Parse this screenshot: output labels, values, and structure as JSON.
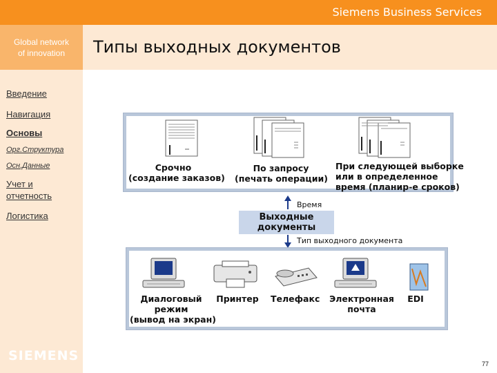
{
  "header": {
    "brand": "Siemens Business Services",
    "tagline_line1": "Global network",
    "tagline_line2": "of innovation",
    "title": "Типы выходных документов"
  },
  "sidebar": {
    "items": [
      {
        "label": "Введение"
      },
      {
        "label": "Навигация"
      },
      {
        "label": "Основы"
      },
      {
        "label": "Орг.Структура"
      },
      {
        "label": "Осн.Данные"
      },
      {
        "label_line1": "Учет и",
        "label_line2": "отчетность"
      },
      {
        "label": "Логистика"
      }
    ],
    "logo": "SIEMENS"
  },
  "top_panel": {
    "item1_line1": "Срочно",
    "item1_line2": "(создание заказов)",
    "item2_line1": "По запросу",
    "item2_line2": "(печать операции)",
    "item3_line1": "При следующей выборке",
    "item3_line2": "или в определенное",
    "item3_line3": "время (планир-е сроков)"
  },
  "middle": {
    "time_label": "Время",
    "box_line1": "Выходные",
    "box_line2": "документы",
    "type_label": "Тип выходного документа"
  },
  "bottom_panel": {
    "item1_line1": "Диалоговый",
    "item1_line2": "режим",
    "item1_line3": "(вывод на экран)",
    "item2": "Принтер",
    "item3": "Телефакс",
    "item4_line1": "Электронная",
    "item4_line2": "почта",
    "item5": "EDI"
  },
  "footer": {
    "page_number": "77"
  },
  "colors": {
    "topbar": "#f7901e",
    "header_bg": "#fde9d4",
    "tagline_bg": "#f9b56b",
    "panel": "#b9c7da"
  }
}
